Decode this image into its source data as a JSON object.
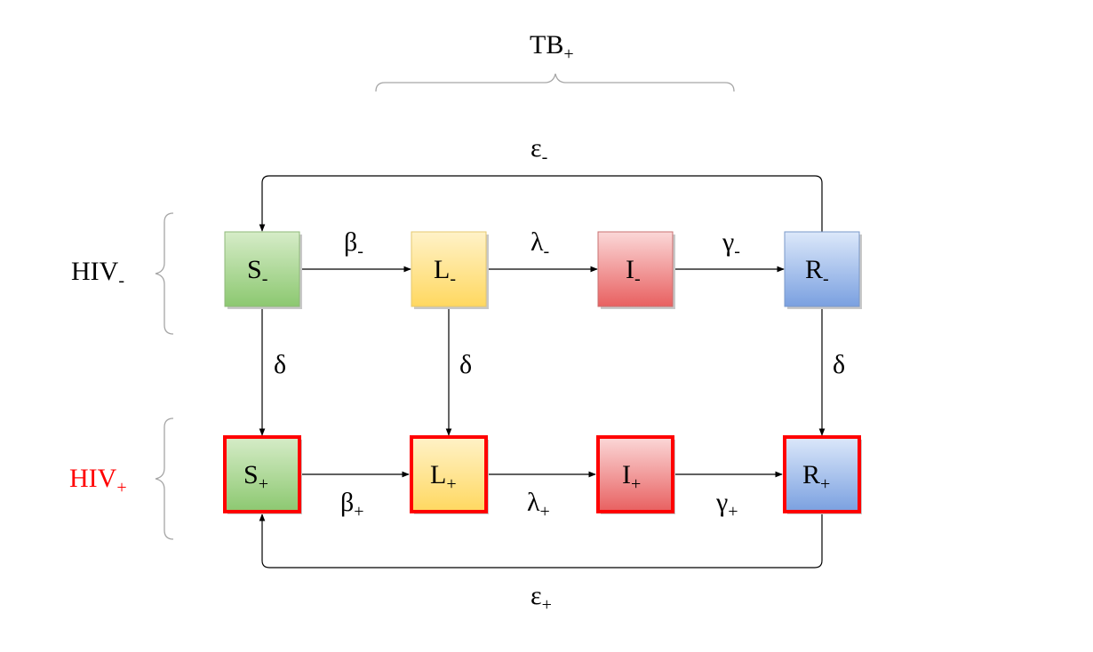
{
  "colors": {
    "susceptible": "#8cc870",
    "latent": "#ffd860",
    "infectious": "#e86060",
    "recovered": "#7aa0e0",
    "hiv_pos_border": "#ff0000",
    "hiv_pos_label": "#ff0000"
  },
  "group_labels": {
    "tb_pos": {
      "base": "TB",
      "sub": "+"
    },
    "hiv_neg": {
      "base": "HIV",
      "sub": "-"
    },
    "hiv_pos": {
      "base": "HIV",
      "sub": "+"
    }
  },
  "nodes": {
    "s_neg": {
      "base": "S",
      "sub": "-"
    },
    "l_neg": {
      "base": "L",
      "sub": "-"
    },
    "i_neg": {
      "base": "I",
      "sub": "-"
    },
    "r_neg": {
      "base": "R",
      "sub": "-"
    },
    "s_pos": {
      "base": "S",
      "sub": "+"
    },
    "l_pos": {
      "base": "L",
      "sub": "+"
    },
    "i_pos": {
      "base": "I",
      "sub": "+"
    },
    "r_pos": {
      "base": "R",
      "sub": "+"
    }
  },
  "edge_labels": {
    "beta_neg": {
      "base": "β",
      "sub": "-"
    },
    "lambda_neg": {
      "base": "λ",
      "sub": "-"
    },
    "gamma_neg": {
      "base": "γ",
      "sub": "-"
    },
    "epsilon_neg": {
      "base": "ε",
      "sub": "-"
    },
    "beta_pos": {
      "base": "β",
      "sub": "+"
    },
    "lambda_pos": {
      "base": "λ",
      "sub": "+"
    },
    "gamma_pos": {
      "base": "γ",
      "sub": "+"
    },
    "epsilon_pos": {
      "base": "ε",
      "sub": "+"
    },
    "delta_s": {
      "base": "δ"
    },
    "delta_l": {
      "base": "δ"
    },
    "delta_r": {
      "base": "δ"
    }
  }
}
